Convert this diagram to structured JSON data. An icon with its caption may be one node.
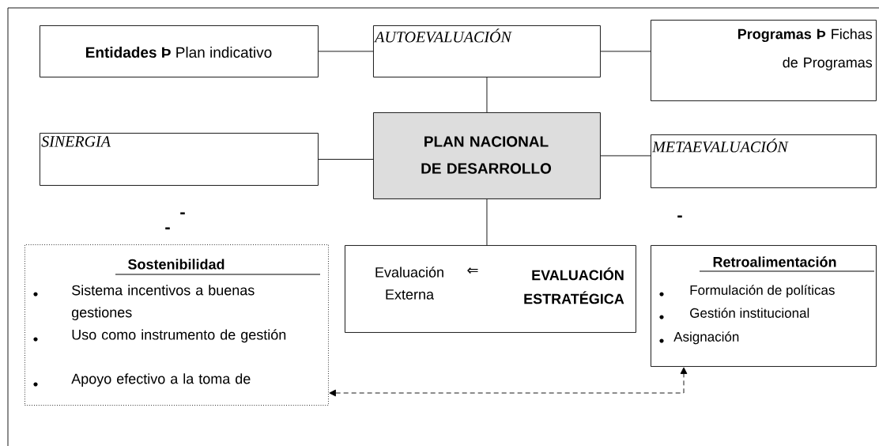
{
  "diagram": {
    "nodes": [
      {
        "text": [
          "**Entidades Þ** Plan indicativo"
        ]
      },
      {
        "text": [
          "AUTOEVALUACIÓN"
        ]
      },
      {
        "text": [
          "**Programas Þ** Fichas de Programas"
        ]
      },
      {
        "text": [
          "SINERGIA"
        ]
      },
      {
        "text": [
          "PLAN NACIONAL DE DESARROLLO"
        ]
      },
      {
        "text": [
          "METAEVALUACIÓN"
        ]
      },
      {
        "text": [
          "Sostenibilidad",
          "Sistema incentivos a buenas gestiones",
          "Uso como instrumento de gestión",
          "Apoyo efectivo a la toma de"
        ]
      },
      {
        "text": [
          "Evaluación Externa",
          "⇐",
          "EVALUACIÓN ESTRATÉGICA"
        ]
      },
      {
        "text": [
          "Retroalimentación",
          "Formulación de políticas",
          "Gestión institucional",
          "Asignación"
        ]
      }
    ],
    "edges": [
      {
        "from": 0,
        "to": 1,
        "arrow": "none"
      },
      {
        "from": 1,
        "to": 2,
        "arrow": "none"
      },
      {
        "from": 1,
        "to": 4,
        "arrow": "none"
      },
      {
        "from": 3,
        "to": 4,
        "arrow": "none"
      },
      {
        "from": 4,
        "to": 5,
        "arrow": "none"
      },
      {
        "from": 4,
        "to": 7,
        "arrow": "none"
      },
      {
        "from": 6,
        "to": 8,
        "arrow": "both",
        "style": "dashed"
      }
    ],
    "labels": [
      "-",
      "-",
      "-"
    ]
  }
}
